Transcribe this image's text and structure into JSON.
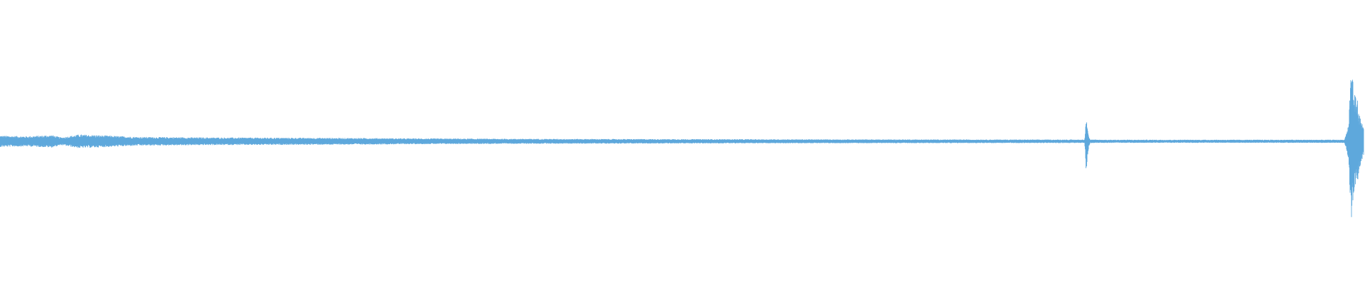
{
  "chart_data": {
    "type": "line",
    "title": "",
    "xlabel": "",
    "ylabel": "",
    "grid": false,
    "legend": "none",
    "color": "#5ea8dc",
    "background": "#ffffff",
    "x_range": [
      0,
      1
    ],
    "ylim": [
      -1,
      1
    ],
    "series": [
      {
        "name": "",
        "points_x": [
          0.0,
          0.02,
          0.038,
          0.045,
          0.058,
          0.07,
          0.1,
          0.15,
          0.2,
          0.27,
          0.3,
          0.4,
          0.5,
          0.6,
          0.7,
          0.79,
          0.7955,
          0.7965,
          0.7975,
          0.7985,
          0.7995,
          0.81,
          0.9,
          0.986,
          0.989,
          0.991,
          0.9925,
          0.9935,
          0.995,
          0.9965,
          0.998,
          1.0
        ],
        "amplitude": [
          0.045,
          0.04,
          0.05,
          0.03,
          0.055,
          0.05,
          0.035,
          0.03,
          0.028,
          0.025,
          0.022,
          0.018,
          0.016,
          0.014,
          0.013,
          0.012,
          0.012,
          0.26,
          0.14,
          0.04,
          0.012,
          0.011,
          0.011,
          0.011,
          0.14,
          0.68,
          0.5,
          0.38,
          0.4,
          0.25,
          0.18,
          0.12
        ]
      }
    ]
  }
}
